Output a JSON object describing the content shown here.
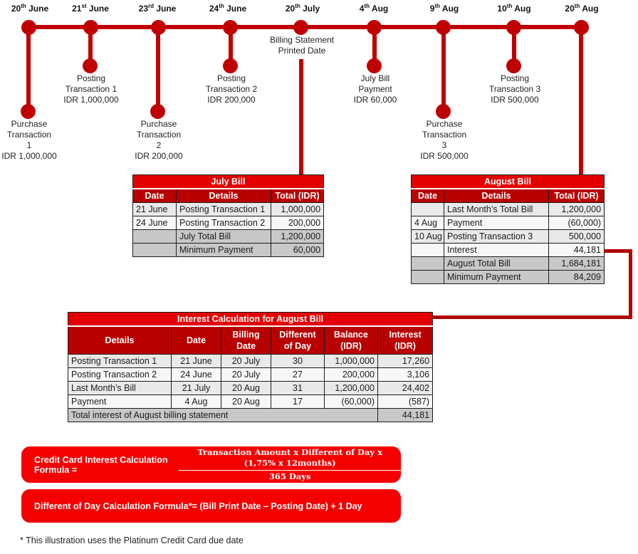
{
  "palette": {
    "timeline_red": "#c00000",
    "table_title_red": "#e30000",
    "table_header_red": "#b80000",
    "connector_red": "#b00000",
    "formula_red": "#f40000",
    "summary_gray": "#c8c8c8"
  },
  "timeline": {
    "dates": [
      {
        "day": "20",
        "suffix": "th",
        "month": "June"
      },
      {
        "day": "21",
        "suffix": "st",
        "month": "June"
      },
      {
        "day": "23",
        "suffix": "rd",
        "month": "June"
      },
      {
        "day": "24",
        "suffix": "th",
        "month": "June"
      },
      {
        "day": "20",
        "suffix": "th",
        "month": "July"
      },
      {
        "day": "4",
        "suffix": "th",
        "month": "Aug"
      },
      {
        "day": "9",
        "suffix": "th",
        "month": "Aug"
      },
      {
        "day": "10",
        "suffix": "th",
        "month": "Aug"
      },
      {
        "day": "20",
        "suffix": "th",
        "month": "Aug"
      }
    ],
    "events": {
      "purchase1": "Purchase\nTransaction\n1\nIDR 1,000,000",
      "posting1": "Posting\nTransaction 1\nIDR 1,000,000",
      "purchase2": "Purchase\nTransaction\n2\nIDR 200,000",
      "posting2": "Posting\nTransaction 2\nIDR 200,000",
      "billing_note": "Billing Statement\nPrinted Date",
      "july_payment": "July Bill\nPayment\nIDR 60,000",
      "purchase3": "Purchase\nTransaction\n3\nIDR 500,000",
      "posting3": "Posting\nTransaction 3\nIDR 500,000"
    }
  },
  "july_bill": {
    "title": "July Bill",
    "headers": [
      "Date",
      "Details",
      "Total (IDR)"
    ],
    "rows": [
      [
        "21 June",
        "Posting Transaction 1",
        "1,000,000"
      ],
      [
        "24 June",
        "Posting Transaction 2",
        "200,000"
      ],
      [
        "",
        "July Total Bill",
        "1,200,000"
      ],
      [
        "",
        "Minimum Payment",
        "60,000"
      ]
    ]
  },
  "august_bill": {
    "title": "August Bill",
    "headers": [
      "Date",
      "Details",
      "Total (IDR)"
    ],
    "rows": [
      [
        "",
        "Last Month’s Total Bill",
        "1,200,000"
      ],
      [
        "4 Aug",
        "Payment",
        "(60,000)"
      ],
      [
        "10 Aug",
        "Posting Transaction 3",
        "500,000"
      ],
      [
        "",
        "Interest",
        "44,181"
      ],
      [
        "",
        "August Total Bill",
        "1,684,181"
      ],
      [
        "",
        "Minimum Payment",
        "84,209"
      ]
    ]
  },
  "interest_table": {
    "title": "Interest Calculation for August Bill",
    "headers": [
      "Details",
      "Date",
      "Billing Date",
      "Different of Day",
      "Balance (IDR)",
      "Interest (IDR)"
    ],
    "rows": [
      [
        "Posting Transaction 1",
        "21 June",
        "20 July",
        "30",
        "1,000,000",
        "17,260"
      ],
      [
        "Posting Transaction 2",
        "24 June",
        "20 July",
        "27",
        "200,000",
        "3,106"
      ],
      [
        "Last Month’s Bill",
        "21 July",
        "20 Aug",
        "31",
        "1,200,000",
        "24,402"
      ],
      [
        "Payment",
        "4 Aug",
        "20 Aug",
        "17",
        "(60,000)",
        "(587)"
      ]
    ],
    "total_label": "Total interest of August billing statement",
    "total_value": "44,181"
  },
  "formulas": {
    "interest_label": "Credit Card Interest Calculation Formula =",
    "interest_numerator": "Transaction Amount x Different of Day x (1,75% x 12months)",
    "interest_denominator": "365 Days",
    "day_formula": "Different of Day Calculation Formula*= (Bill Print Date – Posting Date) + 1 Day"
  },
  "footnote": "* This illustration uses the Platinum Credit Card due date"
}
